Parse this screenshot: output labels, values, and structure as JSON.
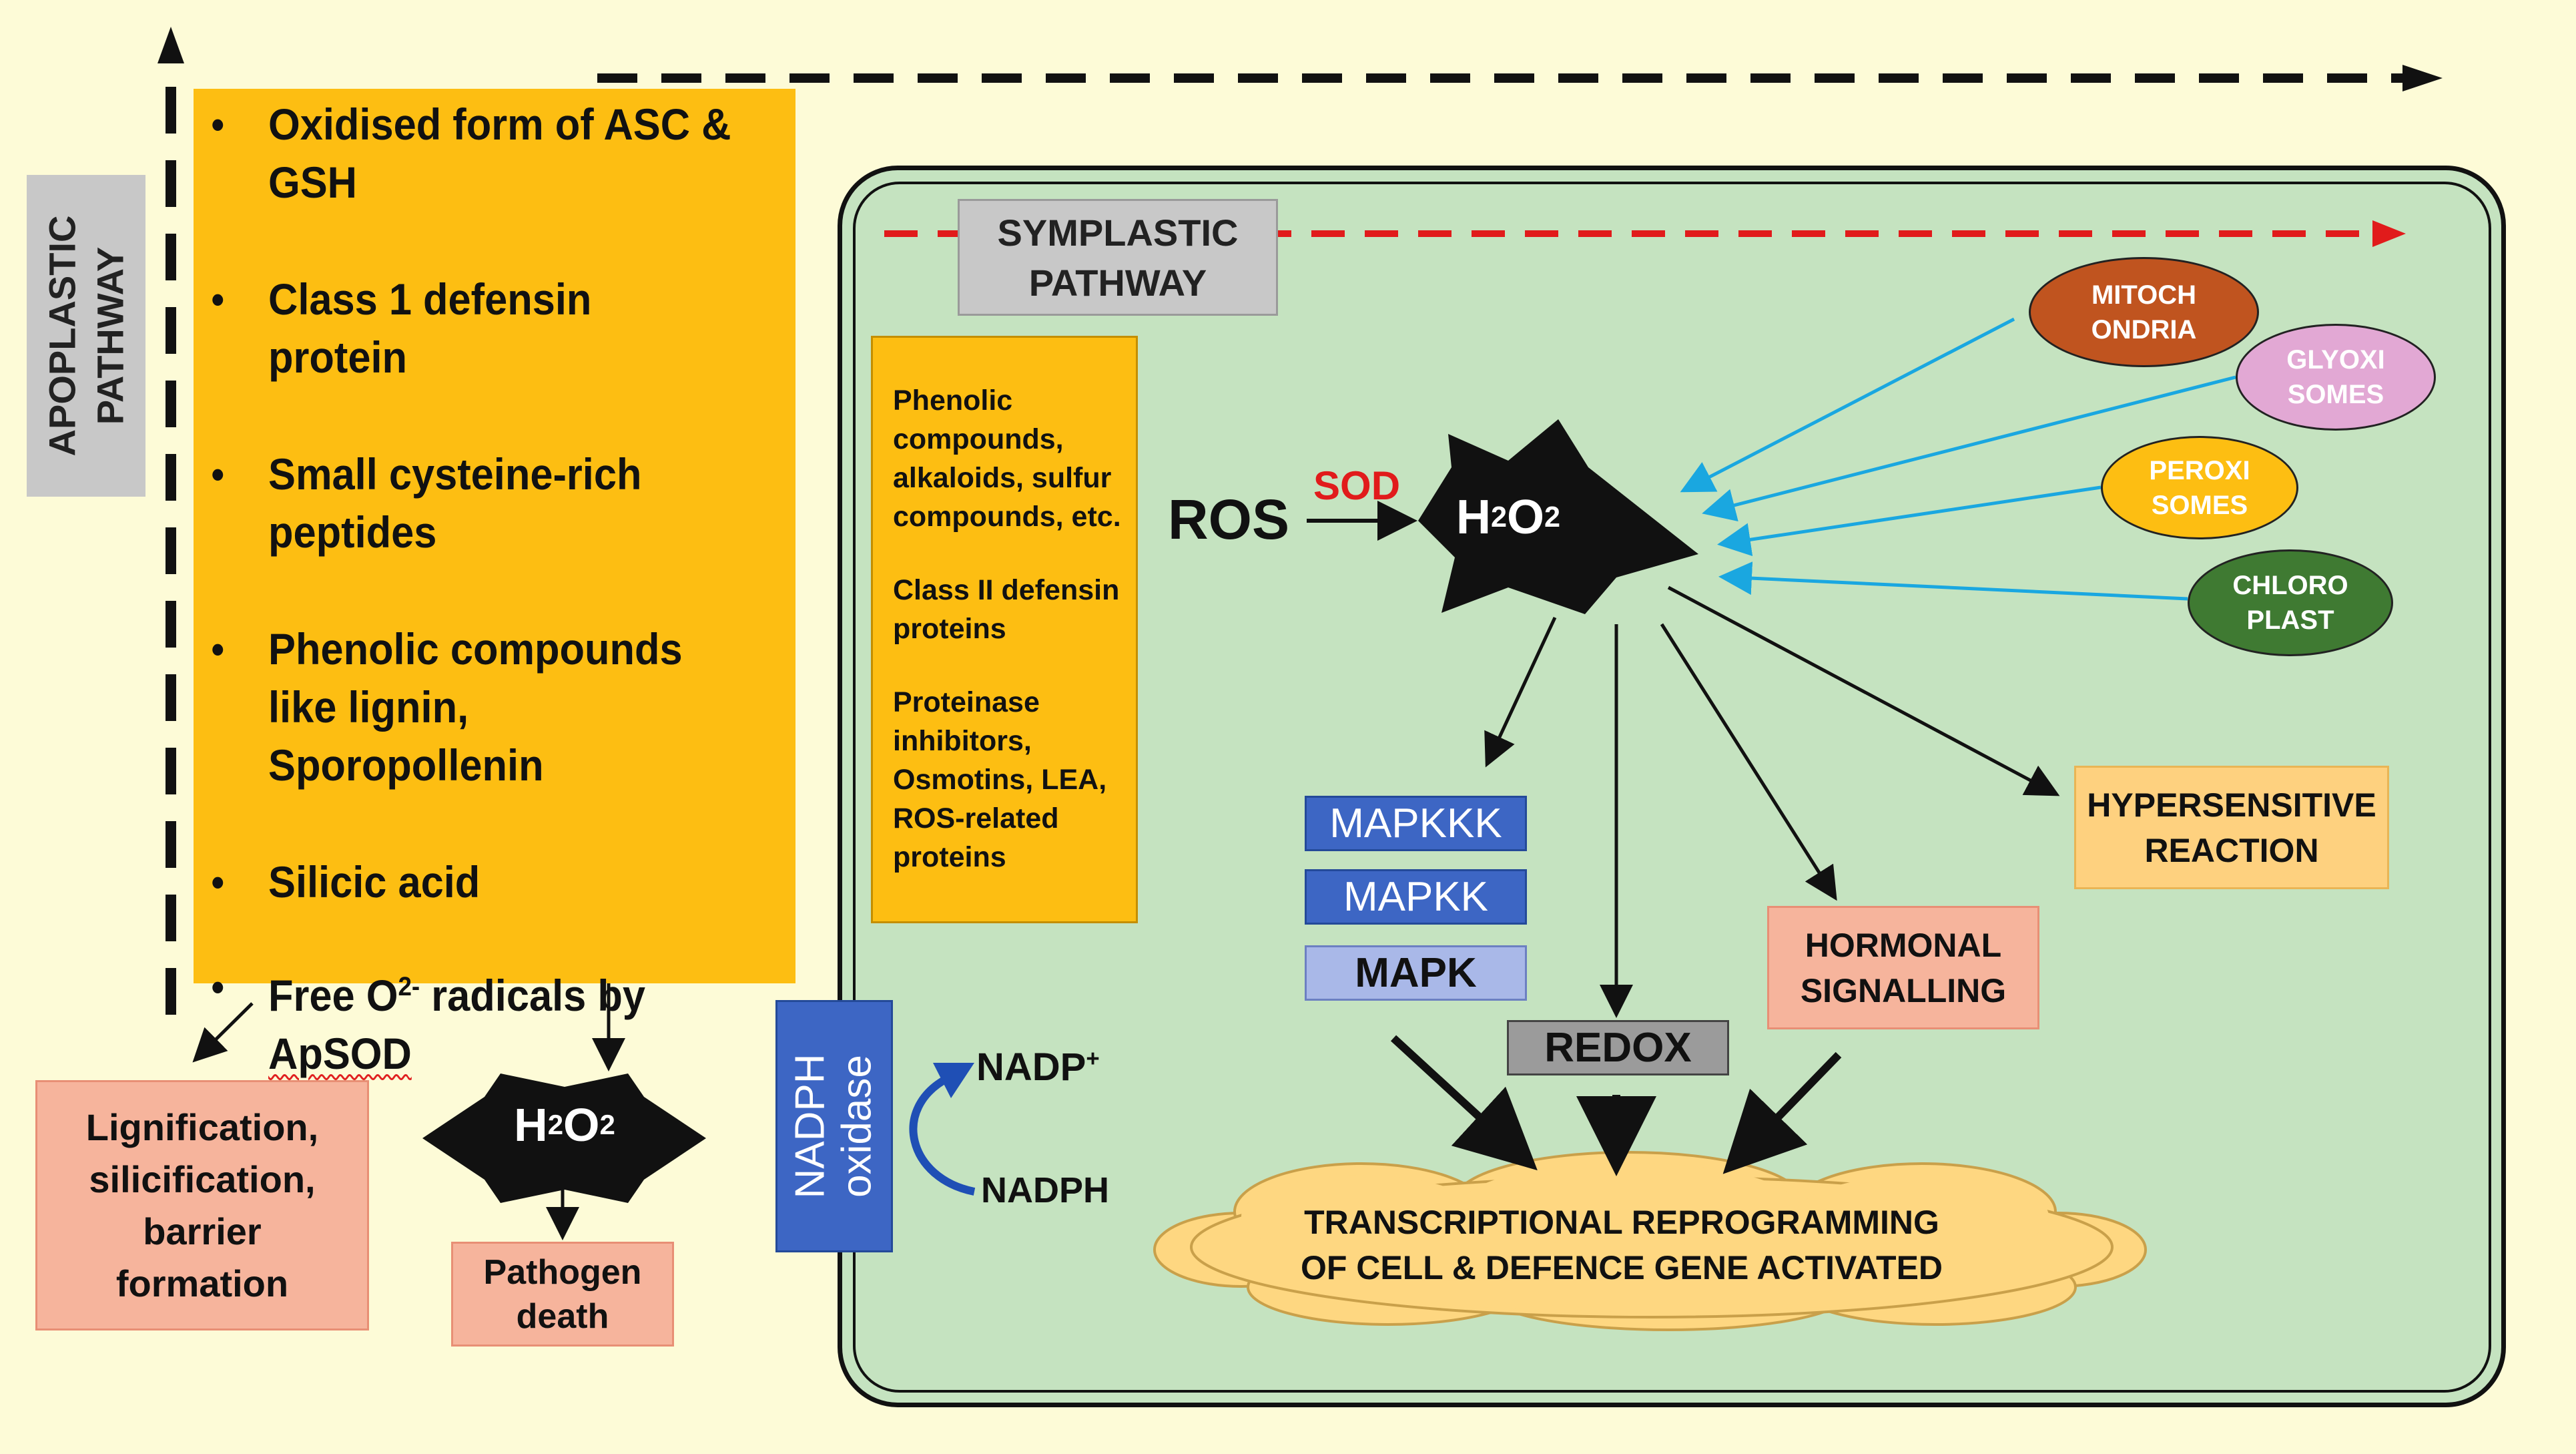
{
  "apoplastic": {
    "label_line1": "APOPLASTIC",
    "label_line2": "PATHWAY",
    "items": [
      "Oxidised form of ASC & GSH",
      "Class 1 defensin protein",
      "Small cysteine-rich peptides",
      "Phenolic compounds like lignin, Sporopollenin",
      "Silicic acid"
    ],
    "last_item": {
      "prefix": "Free O",
      "sup": "2-",
      "middle": " radicals by ",
      "tail": "ApSOD"
    },
    "barrier_box": {
      "lines": [
        "Lignification,",
        "silicification,",
        "barrier",
        "formation"
      ]
    },
    "h2o2": {
      "base": "H",
      "sub1": "2",
      "mid": "O",
      "sub2": "2"
    },
    "pathogen": {
      "lines": [
        "Pathogen",
        "death"
      ]
    }
  },
  "symplastic": {
    "label_line1": "SYMPLASTIC",
    "label_line2": "PATHWAY",
    "compounds": [
      "Phenolic compounds, alkaloids, sulfur compounds, etc.",
      "Class II defensin proteins",
      "Proteinase inhibitors, Osmotins, LEA, ROS-related proteins"
    ],
    "ros": "ROS",
    "sod": "SOD",
    "h2o2": {
      "base": "H",
      "sub1": "2",
      "mid": "O",
      "sub2": "2"
    },
    "organelles": [
      {
        "id": "mito",
        "lines": [
          "MITOCH",
          "ONDRIA"
        ]
      },
      {
        "id": "glyoxi",
        "lines": [
          "GLYOXI",
          "SOMES"
        ]
      },
      {
        "id": "peroxi",
        "lines": [
          "PEROXI",
          "SOMES"
        ]
      },
      {
        "id": "chloro",
        "lines": [
          "CHLORO",
          "PLAST"
        ]
      }
    ],
    "kinases": [
      "MAPKKK",
      "MAPKK",
      "MAPK"
    ],
    "redox": "REDOX",
    "hormonal": [
      "HORMONAL",
      "SIGNALLING"
    ],
    "hypersensitive": [
      "HYPERSENSITIVE",
      "REACTION"
    ],
    "transcription": [
      "TRANSCRIPTIONAL REPROGRAMMING",
      "OF CELL & DEFENCE GENE ACTIVATED"
    ],
    "nadph_oxidase": [
      "NADPH",
      "oxidase"
    ],
    "nadp_plus": {
      "base": "NADP",
      "sup": "+"
    },
    "nadph": "NADPH"
  },
  "colors": {
    "background": "#fdfbd7",
    "apoplastic_box": "#fdbe12",
    "cell_fill": "#c5e3c0",
    "barrier_box": "#f6b49c",
    "mapk_blue": "#3d66c4",
    "red_arrow": "#e11b1b",
    "organelle_arrow": "#1aa7e0",
    "cloud": "#fed781"
  }
}
